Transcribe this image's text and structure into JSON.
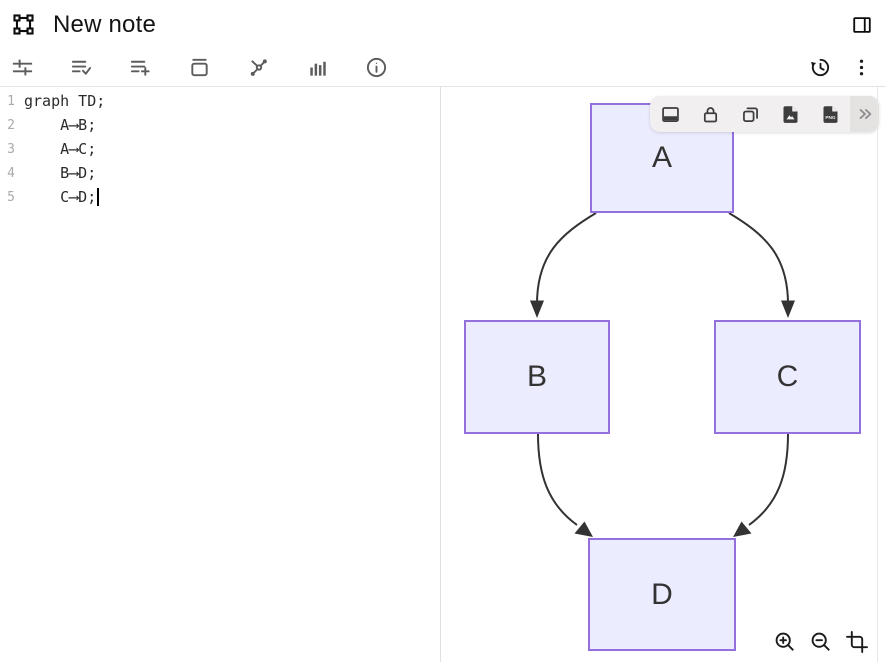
{
  "window": {
    "title": "New note"
  },
  "header": {
    "icons": [
      "object-frame-icon",
      "panel-right-toggle-icon"
    ]
  },
  "toolbar": {
    "left_icons": [
      "tune-sliders-icon",
      "list-check-icon",
      "list-add-icon",
      "archive-icon",
      "flowchart-icon",
      "bar-chart-icon",
      "info-icon"
    ],
    "right_icons": [
      "history-icon",
      "kebab-menu-icon"
    ]
  },
  "editor": {
    "language": "mermaid",
    "lines": [
      {
        "num": "1",
        "code": "graph TD;"
      },
      {
        "num": "2",
        "code": "    A⟶B;"
      },
      {
        "num": "3",
        "code": "    A⟶C;"
      },
      {
        "num": "4",
        "code": "    B⟶D;"
      },
      {
        "num": "5",
        "code": "    C⟶D;"
      }
    ]
  },
  "diagram": {
    "type": "flowchart-TD",
    "nodes": [
      {
        "id": "A",
        "label": "A"
      },
      {
        "id": "B",
        "label": "B"
      },
      {
        "id": "C",
        "label": "C"
      },
      {
        "id": "D",
        "label": "D"
      }
    ],
    "edges": [
      {
        "from": "A",
        "to": "B"
      },
      {
        "from": "A",
        "to": "C"
      },
      {
        "from": "B",
        "to": "D"
      },
      {
        "from": "C",
        "to": "D"
      }
    ],
    "colors": {
      "node_fill": "#ECECFF",
      "node_border": "#9370DB",
      "edge": "#333333"
    }
  },
  "preview_toolbar": {
    "icons": [
      "panel-bottom-icon",
      "lock-icon",
      "copy-icon",
      "image-export-icon",
      "png-export-icon",
      "chevrons-more-icon"
    ],
    "png_label": "PNG"
  },
  "preview_controls": {
    "icons": [
      "zoom-in-icon",
      "zoom-out-icon",
      "crop-fit-icon"
    ]
  }
}
